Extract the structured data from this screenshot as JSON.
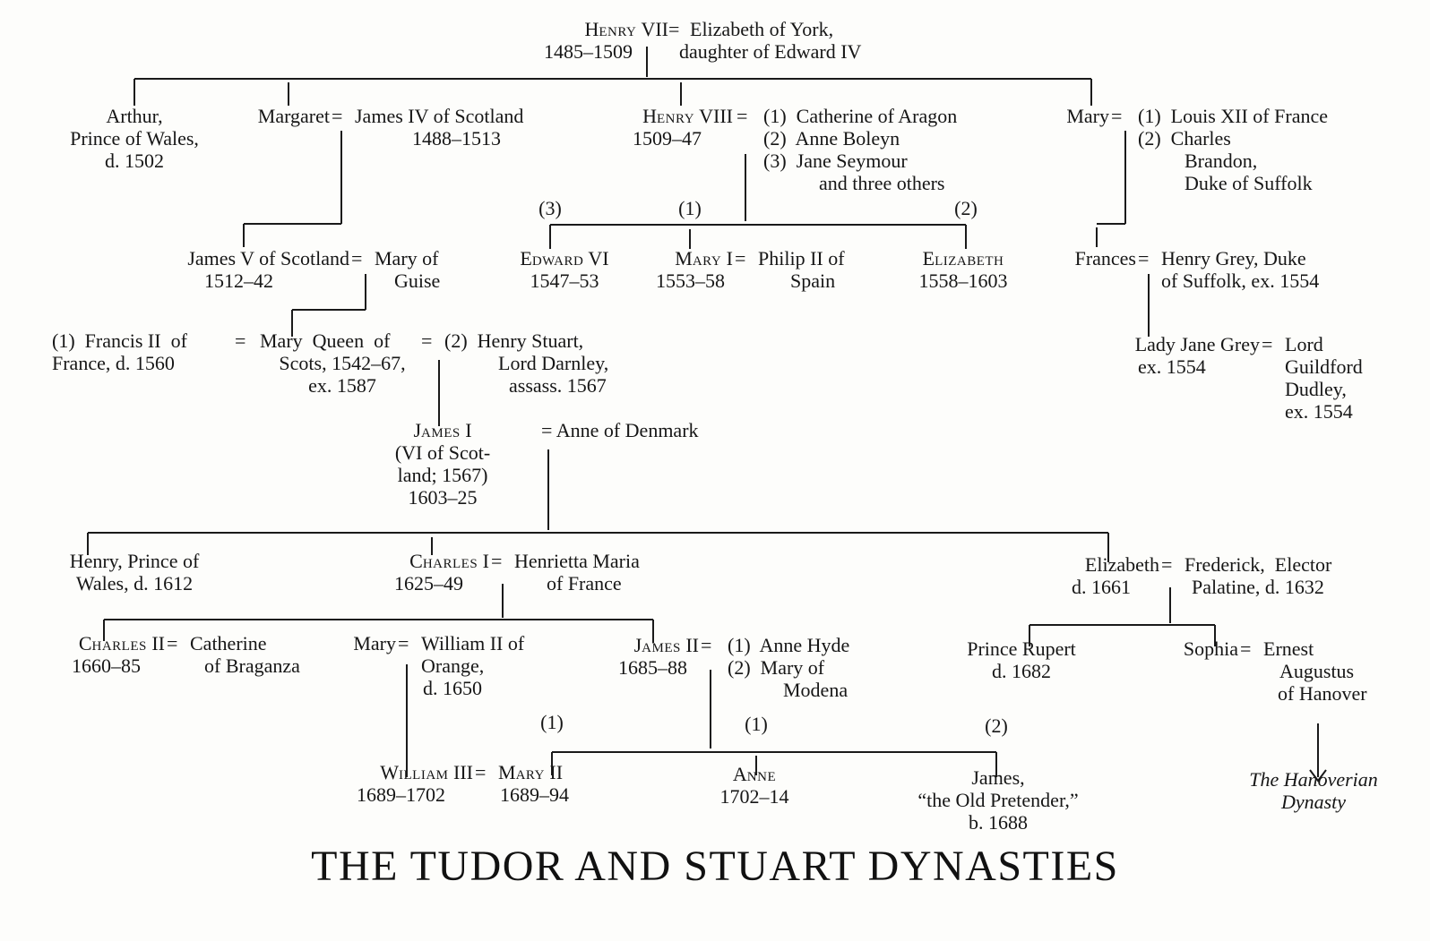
{
  "title": "THE TUDOR AND STUART DYNASTIES",
  "labels": {
    "henry7_a": "H",
    "henry7_b": "ENRY",
    "henry7_c": " VII",
    "henry7_eq": "=",
    "henry7_dates": "1485–1509",
    "eliz_york_1": "Elizabeth of York,",
    "eliz_york_2": "daughter of Edward IV",
    "arthur_1": "Arthur,",
    "arthur_2": "Prince of Wales,",
    "arthur_3": "d. 1502",
    "margaret": "Margaret",
    "eq": "=",
    "james4_1": "James IV of Scotland",
    "james4_2": "1488–1513",
    "henry8_a": "H",
    "henry8_b": "ENRY",
    "henry8_c": " VIII",
    "henry8_dates": "1509–47",
    "h8_w1": "(1)  Catherine of Aragon",
    "h8_w2": "(2)  Anne Boleyn",
    "h8_w3": "(3)  Jane Seymour",
    "h8_w4": "and three others",
    "maryT": "Mary",
    "maryT_h1": "(1)  Louis XII of France",
    "maryT_h2": "(2)  Charles",
    "maryT_h3": "Brandon,",
    "maryT_h4": "Duke of Suffolk",
    "num3a": "(3)",
    "num1a": "(1)",
    "num2a": "(2)",
    "james5_1": "James V of Scotland",
    "james5_2": "1512–42",
    "mog_1": "Mary of",
    "mog_2": "Guise",
    "edward6_a": "E",
    "edward6_b": "DWARD",
    "edward6_c": " VI",
    "edward6_d": "1547–53",
    "mary1_a": "M",
    "mary1_b": "ARY",
    "mary1_c": " I",
    "mary1_d": "1553–58",
    "philip_1": "Philip II of",
    "philip_2": "Spain",
    "eliz1_a": "E",
    "eliz1_b": "LIZABETH",
    "eliz1_d": "1558–1603",
    "frances": "Frances",
    "hgrey_1": "Henry Grey, Duke",
    "hgrey_2": "of Suffolk, ex. 1554",
    "francis_1": "(1)  Francis II  of",
    "francis_2": "France, d. 1560",
    "mqs_1": "Mary  Queen  of",
    "mqs_2": "Scots, 1542–67,",
    "mqs_3": "ex. 1587",
    "darnley_1": "(2)  Henry Stuart,",
    "darnley_2": "Lord Darnley,",
    "darnley_3": "assass. 1567",
    "ljg_1": "Lady Jane Grey",
    "ljg_2": "ex. 1554",
    "guild_1": "Lord",
    "guild_2": "Guildford",
    "guild_3": "Dudley,",
    "guild_4": "ex. 1554",
    "james1_a": "J",
    "james1_b": "AMES",
    "james1_c": " I",
    "james1_2": "(VI of Scot-",
    "james1_3": "land; 1567)",
    "james1_4": "1603–25",
    "anne_den": "= Anne of Denmark",
    "henryPW_1": "Henry, Prince of",
    "henryPW_2": "Wales, d. 1612",
    "charles1_a": "C",
    "charles1_b": "HARLES",
    "charles1_c": " I",
    "charles1_d": "1625–49",
    "hm_1": "Henrietta Maria",
    "hm_2": "of France",
    "elizB_1": "Elizabeth",
    "elizB_2": "d. 1661",
    "fred_1": "Frederick,  Elector",
    "fred_2": "Palatine, d. 1632",
    "charles2_a": "C",
    "charles2_b": "HARLES",
    "charles2_c": " II",
    "charles2_d": "1660–85",
    "cob_1": "Catherine",
    "cob_2": "of Braganza",
    "maryO": "Mary",
    "w2o_1": "William II of",
    "w2o_2": "Orange,",
    "w2o_3": "d. 1650",
    "james2_a": "J",
    "james2_b": "AMES",
    "james2_c": " II",
    "james2_d": "1685–88",
    "j2_w1": "(1)  Anne Hyde",
    "j2_w2": "(2)  Mary of",
    "j2_w3": "Modena",
    "rupert_1": "Prince Rupert",
    "rupert_2": "d. 1682",
    "sophia": "Sophia",
    "ernest_1": "Ernest",
    "ernest_2": "Augustus",
    "ernest_3": "of Hanover",
    "num1b": "(1)",
    "num1c": "(1)",
    "num2b": "(2)",
    "will3_a": "W",
    "will3_b": "ILLIAM",
    "will3_c": " III",
    "will3_d": "1689–1702",
    "mary2_a": "M",
    "mary2_b": "ARY",
    "mary2_c": " II",
    "mary2_d": "1689–94",
    "anne_a": "A",
    "anne_b": "NNE",
    "anne_d": "1702–14",
    "jop_1": "James,",
    "jop_2": "“the Old Pretender,”",
    "jop_3": "b. 1688",
    "hanov_1": "The Hanoverian",
    "hanov_2": "Dynasty"
  }
}
